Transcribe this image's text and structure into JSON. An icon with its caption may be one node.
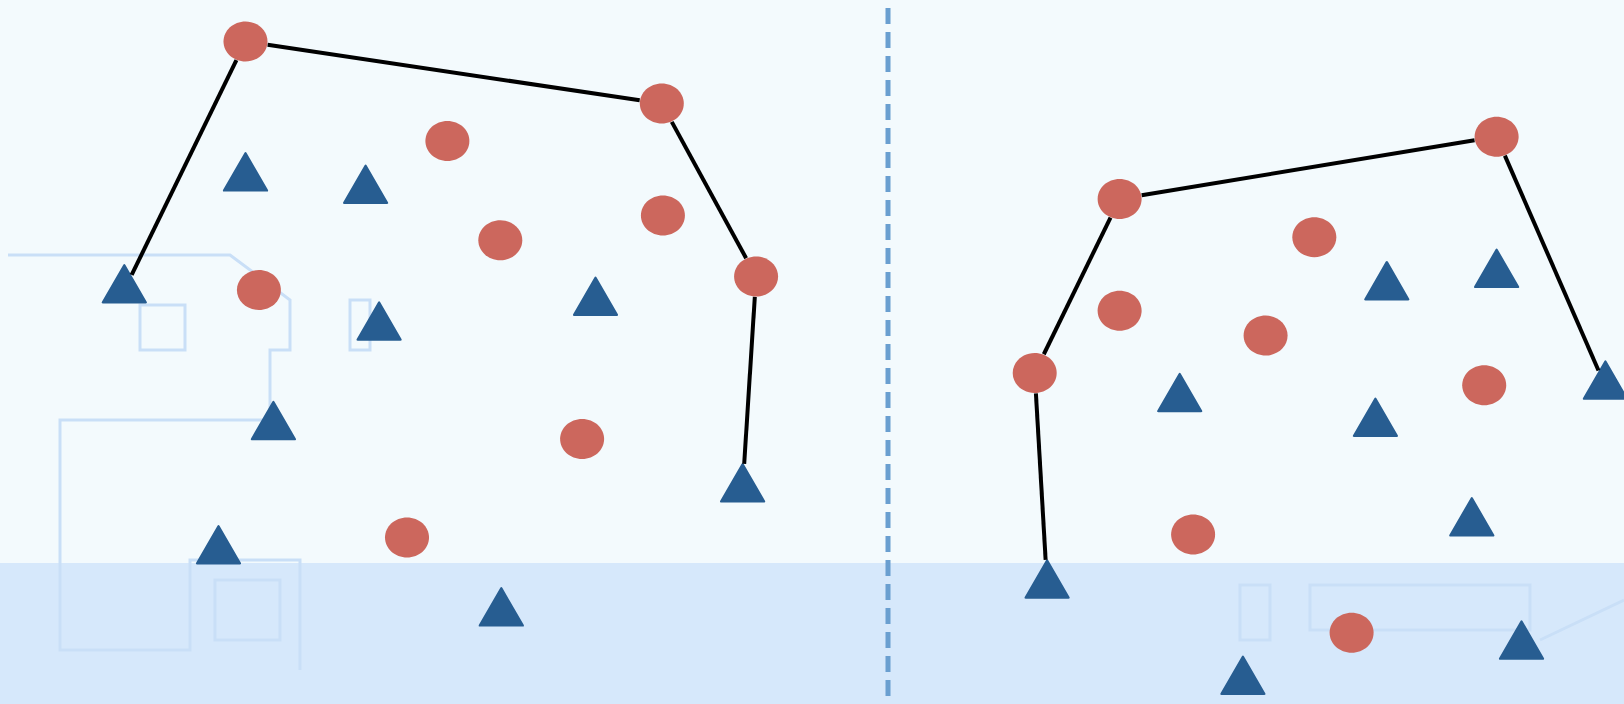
{
  "diagram": {
    "nodes": [
      {
        "text": [],
        "shape": "triangle"
      },
      {
        "text": [],
        "shape": "triangle"
      },
      {
        "text": [],
        "shape": "circle"
      },
      {
        "text": [],
        "shape": "triangle"
      },
      {
        "text": [],
        "shape": "circle"
      },
      {
        "text": [],
        "shape": "triangle"
      },
      {
        "text": [],
        "shape": "triangle"
      },
      {
        "text": [],
        "shape": "triangle"
      },
      {
        "text": [],
        "shape": "circle"
      },
      {
        "text": [],
        "shape": "circle"
      },
      {
        "text": [],
        "shape": "circle"
      },
      {
        "text": [],
        "shape": "triangle"
      },
      {
        "text": [],
        "shape": "circle"
      },
      {
        "text": [],
        "shape": "triangle"
      },
      {
        "text": [],
        "shape": "circle"
      },
      {
        "text": [],
        "shape": "circle"
      },
      {
        "text": [],
        "shape": "triangle"
      },
      {
        "text": [],
        "shape": "circle"
      },
      {
        "text": [],
        "shape": "circle"
      },
      {
        "text": [],
        "shape": "triangle"
      },
      {
        "text": [],
        "shape": "circle"
      },
      {
        "text": [],
        "shape": "circle"
      },
      {
        "text": [],
        "shape": "triangle"
      },
      {
        "text": [],
        "shape": "circle"
      },
      {
        "text": [],
        "shape": "triangle"
      },
      {
        "text": [],
        "shape": "circle"
      },
      {
        "text": [],
        "shape": "circle"
      },
      {
        "text": [],
        "shape": "circle"
      },
      {
        "text": [],
        "shape": "triangle"
      },
      {
        "text": [],
        "shape": "triangle"
      },
      {
        "text": [],
        "shape": "triangle"
      },
      {
        "text": [],
        "shape": "circle"
      },
      {
        "text": [],
        "shape": "circle"
      },
      {
        "text": [],
        "shape": "triangle"
      },
      {
        "text": [],
        "shape": "triangle"
      },
      {
        "text": [],
        "shape": "triangle"
      }
    ],
    "edges": [
      {
        "from": 0,
        "to": 2,
        "arrow": "none"
      },
      {
        "from": 2,
        "to": 14,
        "arrow": "none"
      },
      {
        "from": 14,
        "to": 17,
        "arrow": "none"
      },
      {
        "from": 17,
        "to": 16,
        "arrow": "none"
      },
      {
        "from": 19,
        "to": 18,
        "arrow": "none"
      },
      {
        "from": 18,
        "to": 20,
        "arrow": "none"
      },
      {
        "from": 20,
        "to": 32,
        "arrow": "none"
      },
      {
        "from": 32,
        "to": 35,
        "arrow": "none"
      }
    ]
  }
}
